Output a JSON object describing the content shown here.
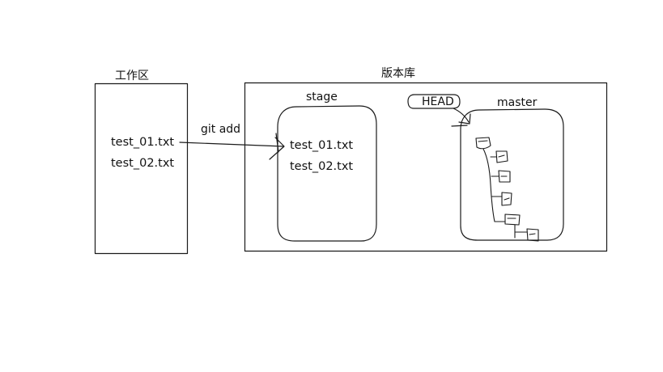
{
  "workspace": {
    "title": "工作区",
    "files": [
      "test_01.txt",
      "test_02.txt"
    ]
  },
  "repository": {
    "title": "版本库",
    "stage": {
      "title": "stage",
      "files": [
        "test_01.txt",
        "test_02.txt"
      ]
    },
    "branch": {
      "name": "master",
      "head_label": "HEAD",
      "commit_count": 6
    }
  },
  "arrow_label": "git add",
  "colors": {
    "stroke": "#1a1a1a",
    "background": "#ffffff",
    "text": "#111111"
  }
}
